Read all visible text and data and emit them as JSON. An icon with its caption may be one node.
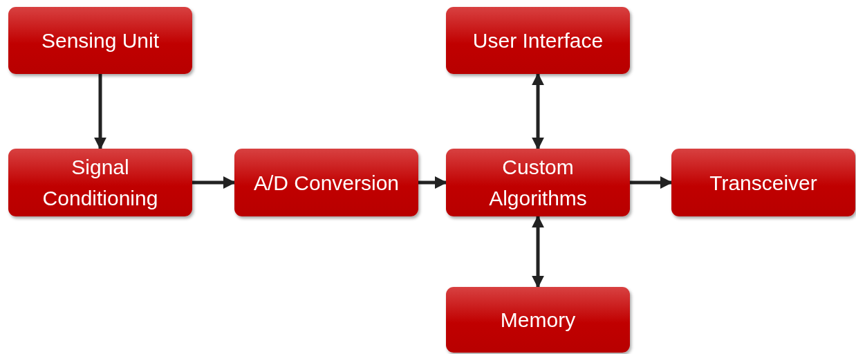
{
  "diagram": {
    "nodes": [
      {
        "text": [
          "Sensing Unit"
        ]
      },
      {
        "text": [
          "User Interface"
        ]
      },
      {
        "text": [
          "Signal Conditioning"
        ]
      },
      {
        "text": [
          "A/D Conversion"
        ]
      },
      {
        "text": [
          "Custom Algorithms"
        ]
      },
      {
        "text": [
          "Transceiver"
        ]
      },
      {
        "text": [
          "Memory"
        ]
      }
    ],
    "edges": [
      {
        "from": 0,
        "to": 2,
        "arrow": "to"
      },
      {
        "from": 2,
        "to": 3,
        "arrow": "to"
      },
      {
        "from": 3,
        "to": 4,
        "arrow": "to"
      },
      {
        "from": 4,
        "to": 1,
        "arrow": "both"
      },
      {
        "from": 4,
        "to": 5,
        "arrow": "to"
      },
      {
        "from": 4,
        "to": 6,
        "arrow": "both"
      }
    ]
  }
}
